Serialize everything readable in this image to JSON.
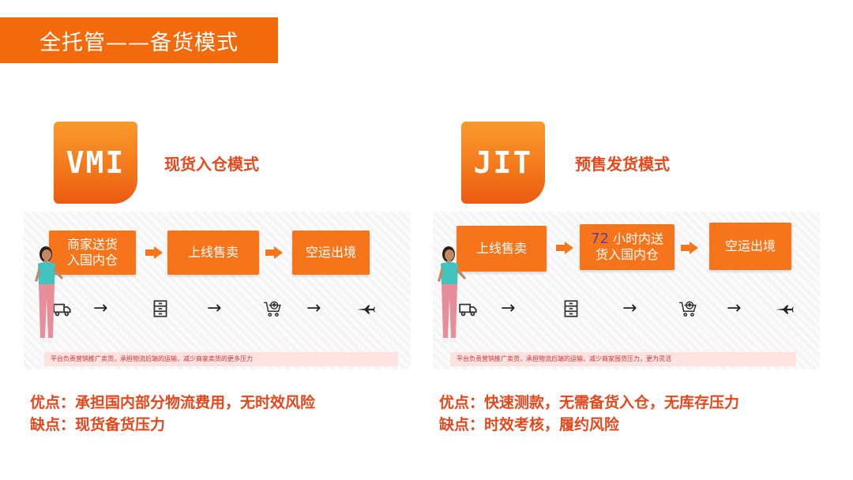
{
  "header": {
    "title": "全托管——备货模式"
  },
  "colors": {
    "accent": "#f36a0c",
    "text_red": "#e4481c",
    "note_bg": "#fde2e2"
  },
  "vmi": {
    "logo": "VMI",
    "mode_title": "现货入仓模式",
    "steps": [
      {
        "line1": "商家送货",
        "line2": "入国内仓"
      },
      {
        "line1": "上线售卖"
      },
      {
        "line1": "空运出境"
      }
    ],
    "icons": [
      "truck-icon",
      "warehouse-icon",
      "cart-upload-icon",
      "airplane-icon"
    ],
    "note": "平台负责营销推广卖货，承担物流后端的运输，减少商家卖货的更多压力",
    "pros": "优点：承担国内部分物流费用，无时效风险",
    "cons": "缺点：现货备货压力"
  },
  "jit": {
    "logo": "JIT",
    "mode_title": "预售发货模式",
    "steps": [
      {
        "line1": "上线售卖"
      },
      {
        "highlight": "72",
        "line1": " 小时内送",
        "line2": "货入国内仓"
      },
      {
        "line1": "空运出境"
      }
    ],
    "icons": [
      "truck-icon",
      "warehouse-icon",
      "cart-upload-icon",
      "airplane-icon"
    ],
    "note": "平台负责营销推广卖货，承担物流后端的运输，减少商家囤货压力，更为灵活",
    "pros": "优点：快速测款，无需备货入仓，无库存压力",
    "cons": "缺点：时效考核，履约风险"
  }
}
